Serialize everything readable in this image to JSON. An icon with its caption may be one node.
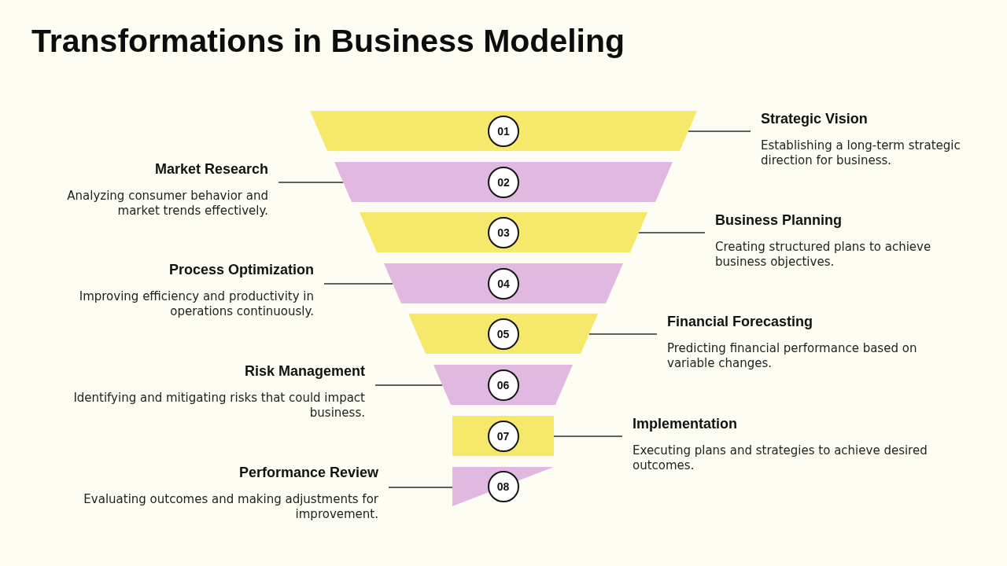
{
  "diagram": {
    "title": "Transformations in Business Modeling",
    "nodes": [
      {
        "text": [],
        "shape": "trapezoid"
      },
      {
        "text": [
          "01"
        ],
        "in": 0
      },
      {
        "text": [
          "Strategic Vision",
          "Establishing a long-term strategic direction for business."
        ]
      },
      {
        "text": [],
        "shape": "trapezoid"
      },
      {
        "text": [
          "02"
        ],
        "in": 3
      },
      {
        "text": [
          "Market Research",
          "Analyzing consumer behavior and market trends effectively."
        ]
      },
      {
        "text": [],
        "shape": "trapezoid"
      },
      {
        "text": [
          "03"
        ],
        "in": 6
      },
      {
        "text": [
          "Business Planning",
          "Creating structured plans to achieve business objectives."
        ]
      },
      {
        "text": [],
        "shape": "trapezoid"
      },
      {
        "text": [
          "04"
        ],
        "in": 9
      },
      {
        "text": [
          "Process Optimization",
          "Improving efficiency and productivity in operations continuously."
        ]
      },
      {
        "text": [],
        "shape": "trapezoid"
      },
      {
        "text": [
          "05"
        ],
        "in": 12
      },
      {
        "text": [
          "Financial Forecasting",
          "Predicting financial performance based on variable changes."
        ]
      },
      {
        "text": [],
        "shape": "trapezoid"
      },
      {
        "text": [
          "06"
        ],
        "in": 15
      },
      {
        "text": [
          "Risk Management",
          "Identifying and mitigating risks that could impact business."
        ]
      },
      {
        "text": [],
        "shape": "box"
      },
      {
        "text": [
          "07"
        ],
        "in": 18
      },
      {
        "text": [
          "Implementation",
          "Executing plans and strategies to achieve desired outcomes."
        ]
      },
      {
        "text": [],
        "shape": "triangle"
      },
      {
        "text": [
          "08"
        ],
        "in": 21
      },
      {
        "text": [
          "Performance Review",
          "Evaluating outcomes and making adjustments for improvement."
        ]
      }
    ],
    "edges": [
      {
        "from": 2,
        "to": 0,
        "arrow": "none"
      },
      {
        "from": 5,
        "to": 3,
        "arrow": "none"
      },
      {
        "from": 8,
        "to": 6,
        "arrow": "none"
      },
      {
        "from": 11,
        "to": 9,
        "arrow": "none"
      },
      {
        "from": 14,
        "to": 12,
        "arrow": "none"
      },
      {
        "from": 17,
        "to": 15,
        "arrow": "none"
      },
      {
        "from": 20,
        "to": 18,
        "arrow": "none"
      },
      {
        "from": 23,
        "to": 21,
        "arrow": "none"
      }
    ]
  }
}
